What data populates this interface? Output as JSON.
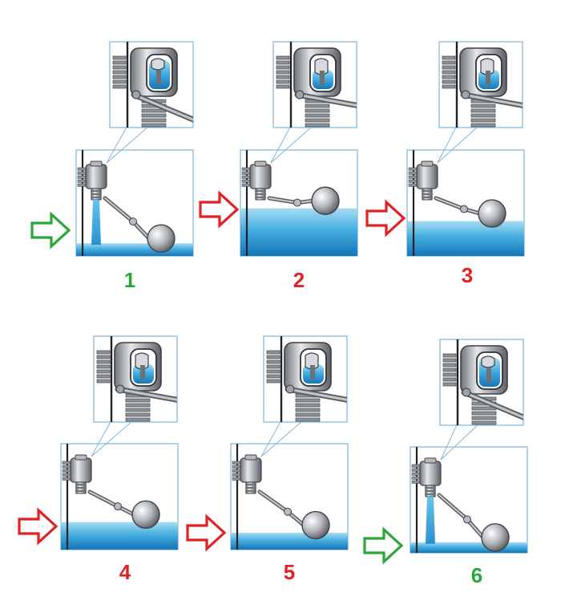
{
  "colors": {
    "green": "#2aa63a",
    "red": "#e02126",
    "water_light": "#9fd6f0",
    "water_dark": "#1a86c5",
    "frame": "#7fb4dc",
    "metal": "#9a9ea4"
  },
  "steps": [
    {
      "label": "1",
      "arrow_color": "#2aa63a",
      "water_level": 0.12,
      "flowing": true,
      "valve_open": true
    },
    {
      "label": "2",
      "arrow_color": "#e02126",
      "water_level": 0.45,
      "flowing": false,
      "valve_open": false
    },
    {
      "label": "3",
      "arrow_color": "#e02126",
      "water_level": 0.33,
      "flowing": false,
      "valve_open": false
    },
    {
      "label": "4",
      "arrow_color": "#e02126",
      "water_level": 0.26,
      "flowing": false,
      "valve_open": false
    },
    {
      "label": "5",
      "arrow_color": "#e02126",
      "water_level": 0.16,
      "flowing": false,
      "valve_open": false
    },
    {
      "label": "6",
      "arrow_color": "#2aa63a",
      "water_level": 0.1,
      "flowing": true,
      "valve_open": true
    }
  ]
}
